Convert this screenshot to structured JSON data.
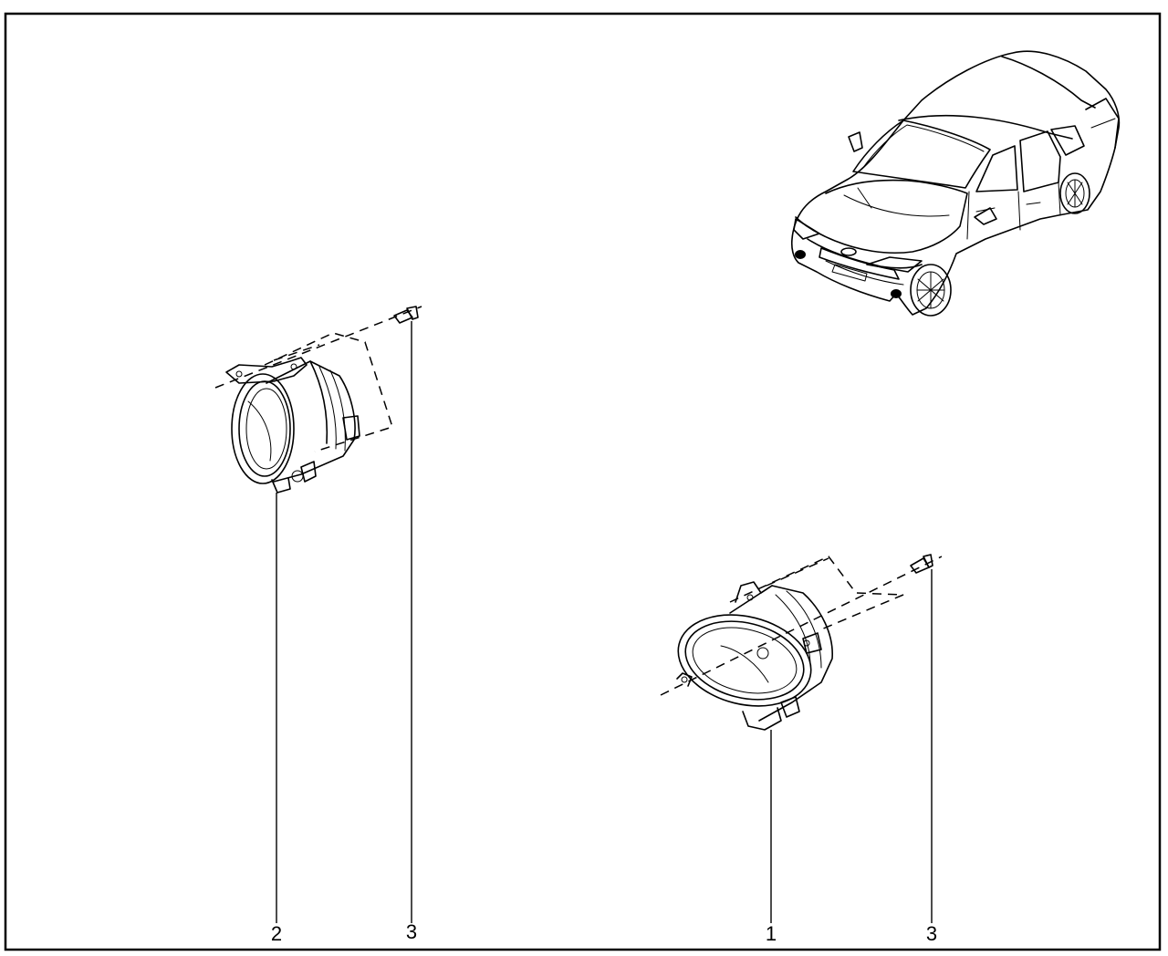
{
  "callouts": {
    "fog_lamp_right": "1",
    "fog_lamp_left": "2",
    "screw_left": "3",
    "screw_right": "3"
  }
}
